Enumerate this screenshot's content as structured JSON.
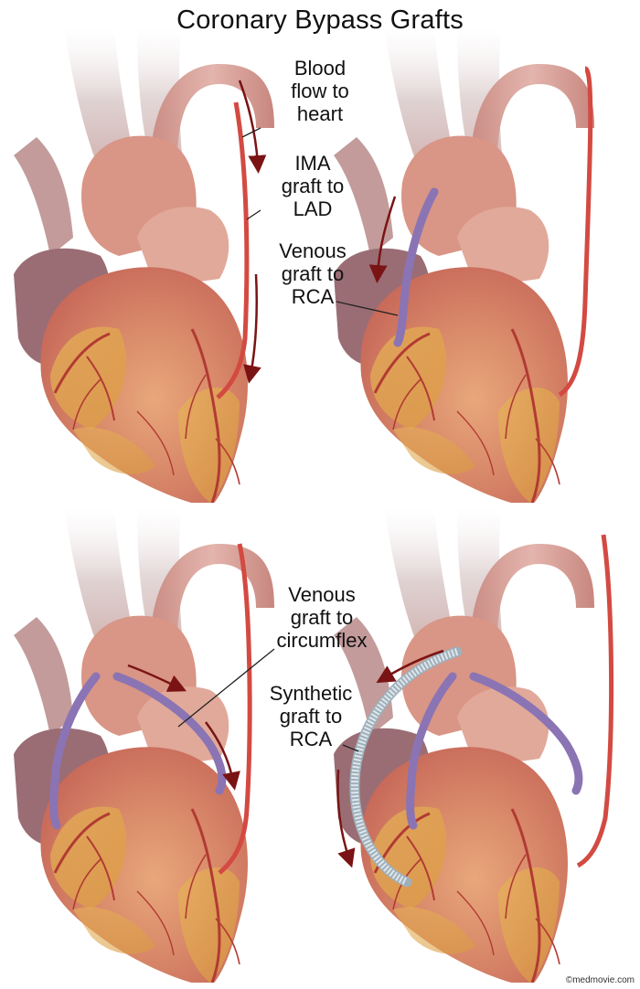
{
  "title": "Coronary Bypass Grafts",
  "labels": {
    "blood_flow": "Blood\nflow to\nheart",
    "ima_graft": "IMA\ngraft to\nLAD",
    "venous_rca": "Venous\ngraft to\nRCA",
    "venous_circumflex": "Venous\ngraft to\ncircumflex",
    "synthetic_rca": "Synthetic\ngraft to\nRCA"
  },
  "credit": "©medmovie.com",
  "colors": {
    "artery": "#d34a42",
    "vein_graft": "#8a74b4",
    "synthetic_graft": "#c9d4dc",
    "arrow": "#7a1414",
    "leader": "#222222"
  }
}
